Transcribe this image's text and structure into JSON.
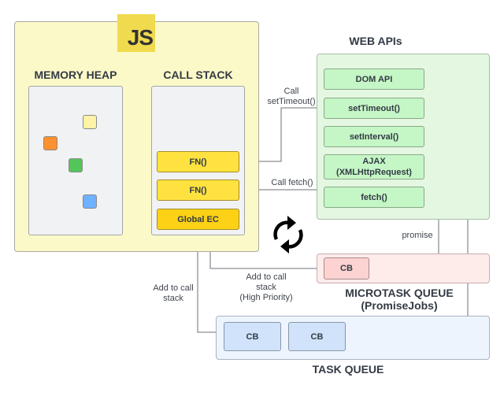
{
  "engine": {
    "logo_text": "JS",
    "memory_heap": {
      "title": "MEMORY HEAP",
      "objects": [
        {
          "name": "yellow",
          "color": "#fef3a6"
        },
        {
          "name": "orange",
          "color": "#fe9130"
        },
        {
          "name": "green",
          "color": "#53c65a"
        },
        {
          "name": "blue",
          "color": "#6eb1ff"
        }
      ]
    },
    "call_stack": {
      "title": "CALL STACK",
      "frames": [
        "FN()",
        "FN()",
        "Global EC"
      ]
    }
  },
  "web_apis": {
    "title": "WEB APIs",
    "items": [
      "DOM API",
      "setTimeout()",
      "setInterval()",
      "AJAX\n(XMLHttpRequest)",
      "fetch()"
    ]
  },
  "microtask_queue": {
    "title_line1": "MICROTASK QUEUE",
    "title_line2": "(PromiseJobs)",
    "items": [
      "CB"
    ]
  },
  "task_queue": {
    "title": "TASK QUEUE",
    "items": [
      "CB",
      "CB"
    ]
  },
  "event_loop": {
    "icon": "refresh-cycle-icon"
  },
  "arrows": {
    "call_settimeout_line1": "Call",
    "call_settimeout_line2": "setTimeout()",
    "call_fetch": "Call fetch()",
    "promise": "promise",
    "add_high_line1": "Add to call",
    "add_high_line2": "stack",
    "add_high_line3": "(High Priority)",
    "add_task_line1": "Add to call",
    "add_task_line2": "stack"
  },
  "colors": {
    "engine_bg": "#fcf9c8",
    "web_apis_bg": "#e4f8e1",
    "microtask_bg": "#feeceb",
    "task_bg": "#edf4fe",
    "js_logo": "#f0db4f"
  }
}
